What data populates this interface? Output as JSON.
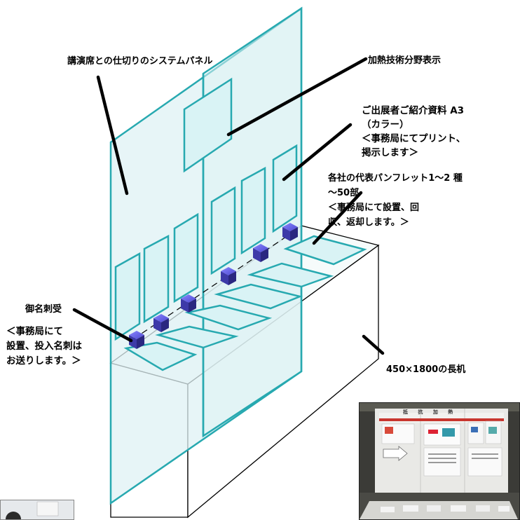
{
  "labels": {
    "partition_panel": "講演席との仕切りのシステムパネル",
    "tech_field": "加熱技術分野表示",
    "exhibitor_doc": "ご出展者ご紹介資料 A3\n（カラー）\n＜事務局にてプリント、\n掲示します＞",
    "pamphlet": "各社の代表パンフレット1～2 種\n～50部\n＜事務局にて設置、回\n収、返却します。＞",
    "card_title": "御名刺受",
    "card_note": "＜事務局にて\n設置、投入名刺は\nお送りします。＞",
    "desk": "450×1800の長机"
  },
  "photo": {
    "banner_text": "抵 抗 加 熱"
  },
  "colors": {
    "panel_fill": "#dff2f4",
    "panel_edge": "#27a9b0",
    "table_fill": "#f6fbfb",
    "cube": "#3d3aa8",
    "line": "#000000"
  }
}
